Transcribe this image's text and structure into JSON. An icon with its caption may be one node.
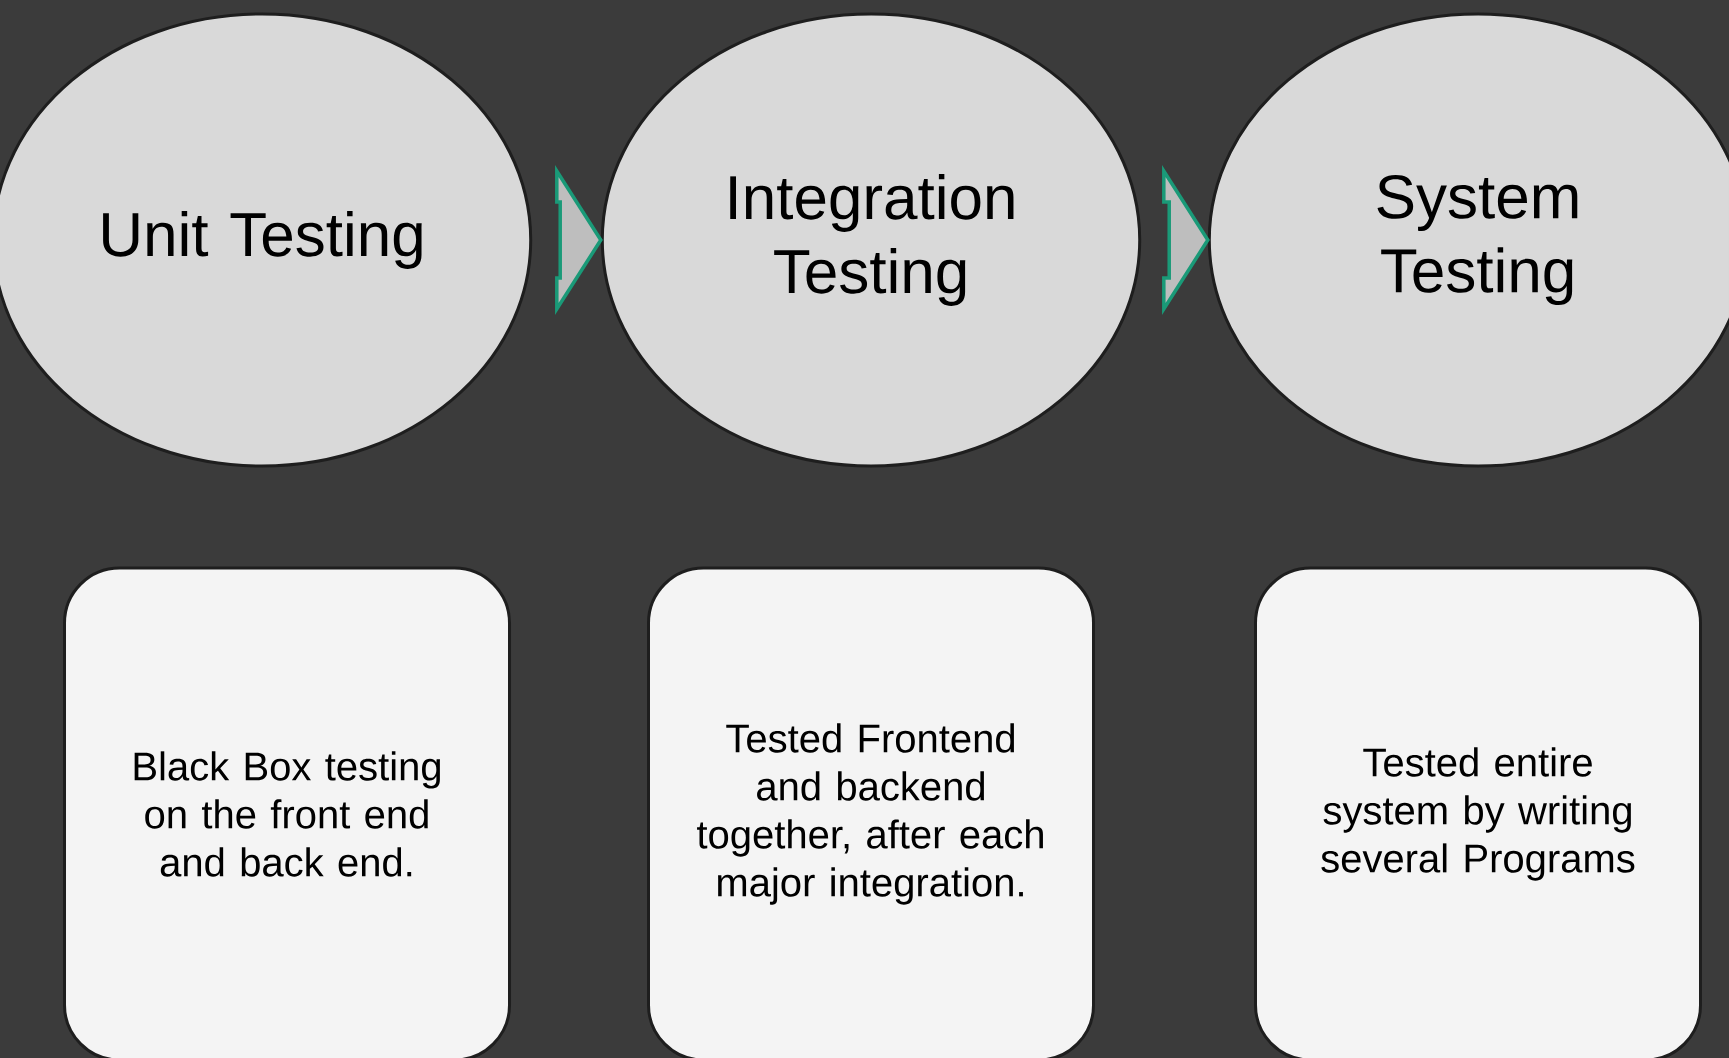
{
  "diagram": {
    "nodes": [
      {
        "text": [
          "Unit Testing"
        ]
      },
      {
        "text": [
          "Integration Testing"
        ]
      },
      {
        "text": [
          "System Testing"
        ]
      },
      {
        "text": [
          "Black Box testing on the front end and back end."
        ]
      },
      {
        "text": [
          "Tested Frontend and backend together, after each major integration."
        ]
      },
      {
        "text": [
          "Tested entire system by writing several Programs"
        ]
      }
    ],
    "edges": [
      {
        "from": 0,
        "to": 1,
        "arrow": "to"
      },
      {
        "from": 1,
        "to": 2,
        "arrow": "to"
      }
    ]
  }
}
